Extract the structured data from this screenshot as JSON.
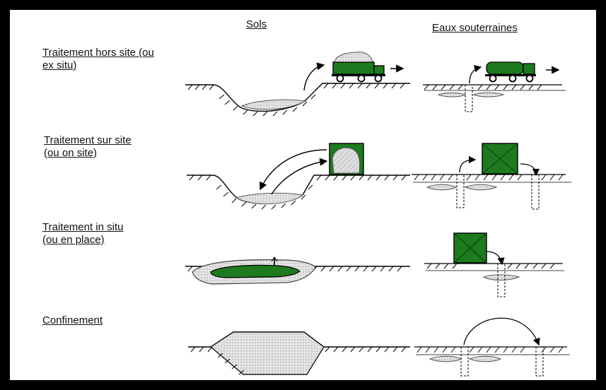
{
  "columns": {
    "sols": "Sols",
    "eaux": "Eaux souterraines"
  },
  "rows": [
    {
      "line1": "Traitement hors site (ou",
      "line2": "ex situ)"
    },
    {
      "line1": "Traitement sur site",
      "line2": "(ou on site)"
    },
    {
      "line1": "Traitement in situ",
      "line2": "(ou en place)"
    },
    {
      "line1": "Confinement",
      "line2": ""
    }
  ],
  "colors": {
    "green": "#1e7a1e",
    "hatch": "#cfcfcf",
    "border": "#000000"
  }
}
